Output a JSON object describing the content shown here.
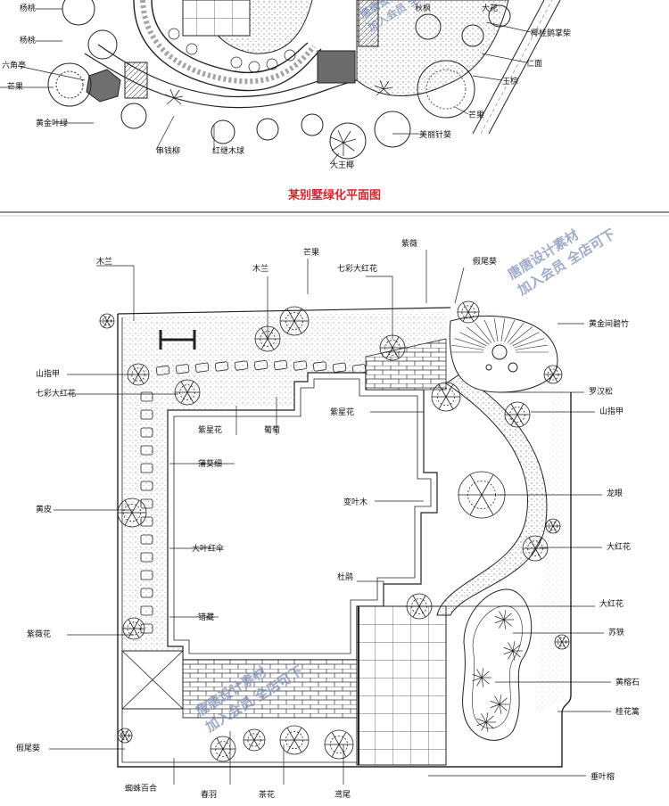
{
  "caption": "某别墅绿化平面图",
  "watermark": {
    "line1": "唐唐设计素材",
    "line2": "加入会员 全店可下"
  },
  "top_plan": {
    "labels": [
      "杨桃",
      "杨桃",
      "六角亭",
      "芒果",
      "黄金叶绿",
      "串钱柳",
      "红继木球",
      "大王椰",
      "美丽针葵",
      "芒果",
      "王棕",
      "仁面",
      "椰桂鹅掌柴",
      "秋枫",
      "大花"
    ]
  },
  "plan": {
    "left_labels": [
      "木兰",
      "山指甲",
      "七彩大红花",
      "黄皮",
      "紫薇花",
      "假尾葵",
      "蜘蛛百合",
      "春羽",
      "茶花",
      "鸢尾"
    ],
    "inner_labels": [
      "木兰",
      "芒果",
      "七彩大红花",
      "紫薇",
      "紫星花",
      "葡萄",
      "紫星花",
      "蒲葵细",
      "大叶红伞",
      "错藏",
      "变叶木",
      "杜鹃"
    ],
    "right_labels": [
      "假尾葵",
      "黄金间碧竹",
      "罗汉松",
      "山指甲",
      "龙眼",
      "大红花",
      "大红花",
      "苏铁",
      "黄榕石",
      "桂花篱",
      "垂叶榕"
    ]
  }
}
